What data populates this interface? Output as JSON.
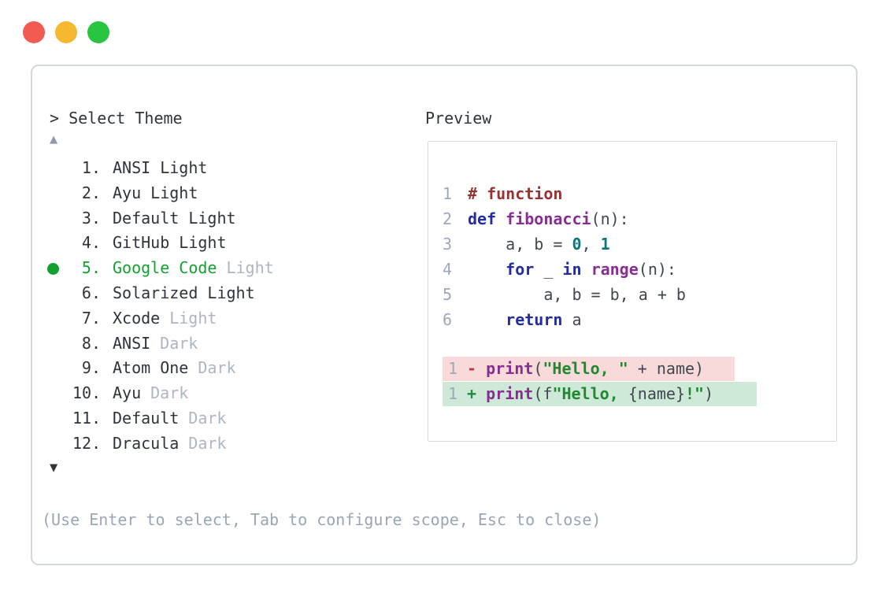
{
  "window": {
    "controls": [
      {
        "name": "close",
        "color": "#f15b52"
      },
      {
        "name": "minimize",
        "color": "#f5b82f"
      },
      {
        "name": "zoom",
        "color": "#28c540"
      }
    ]
  },
  "prompt": {
    "text": "> Select Theme"
  },
  "scroll": {
    "up_glyph": "▲",
    "down_glyph": "▼"
  },
  "themes": [
    {
      "number": "1.",
      "name": "ANSI Light",
      "muted": "",
      "selected": false
    },
    {
      "number": "2.",
      "name": "Ayu Light",
      "muted": "",
      "selected": false
    },
    {
      "number": "3.",
      "name": "Default Light",
      "muted": "",
      "selected": false
    },
    {
      "number": "4.",
      "name": "GitHub Light",
      "muted": "",
      "selected": false
    },
    {
      "number": "5.",
      "name": "Google Code",
      "muted": "Light",
      "selected": true
    },
    {
      "number": "6.",
      "name": "Solarized Light",
      "muted": "",
      "selected": false
    },
    {
      "number": "7.",
      "name": "Xcode",
      "muted": "Light",
      "selected": false
    },
    {
      "number": "8.",
      "name": "ANSI",
      "muted": "Dark",
      "selected": false
    },
    {
      "number": "9.",
      "name": "Atom One",
      "muted": "Dark",
      "selected": false
    },
    {
      "number": "10.",
      "name": "Ayu",
      "muted": "Dark",
      "selected": false
    },
    {
      "number": "11.",
      "name": "Default",
      "muted": "Dark",
      "selected": false
    },
    {
      "number": "12.",
      "name": "Dracula",
      "muted": "Dark",
      "selected": false
    }
  ],
  "preview": {
    "title": "Preview",
    "code_lines": [
      {
        "number": "1",
        "tokens": [
          {
            "t": "# function",
            "c": "com"
          }
        ]
      },
      {
        "number": "2",
        "tokens": [
          {
            "t": "def",
            "c": "kw"
          },
          {
            "t": " ",
            "c": "pl"
          },
          {
            "t": "fibonacci",
            "c": "typ"
          },
          {
            "t": "(n):",
            "c": "pl"
          }
        ]
      },
      {
        "number": "3",
        "tokens": [
          {
            "t": "    a, b = ",
            "c": "pl"
          },
          {
            "t": "0",
            "c": "lit"
          },
          {
            "t": ", ",
            "c": "pl"
          },
          {
            "t": "1",
            "c": "lit"
          }
        ]
      },
      {
        "number": "4",
        "tokens": [
          {
            "t": "    ",
            "c": "pl"
          },
          {
            "t": "for",
            "c": "kw"
          },
          {
            "t": " _ ",
            "c": "pl"
          },
          {
            "t": "in",
            "c": "kw"
          },
          {
            "t": " ",
            "c": "pl"
          },
          {
            "t": "range",
            "c": "typ"
          },
          {
            "t": "(n):",
            "c": "pl"
          }
        ]
      },
      {
        "number": "5",
        "tokens": [
          {
            "t": "        a, b = b, a + b",
            "c": "pl"
          }
        ]
      },
      {
        "number": "6",
        "tokens": [
          {
            "t": "    ",
            "c": "pl"
          },
          {
            "t": "return",
            "c": "kw"
          },
          {
            "t": " a",
            "c": "pl"
          }
        ]
      }
    ],
    "diff_lines": [
      {
        "number": "1",
        "kind": "removed",
        "tokens": [
          {
            "t": " - ",
            "c": "minus"
          },
          {
            "t": "print",
            "c": "typ"
          },
          {
            "t": "(",
            "c": "pl"
          },
          {
            "t": "\"Hello, \"",
            "c": "str"
          },
          {
            "t": " + name)",
            "c": "pl"
          }
        ]
      },
      {
        "number": "1",
        "kind": "added",
        "tokens": [
          {
            "t": " + ",
            "c": "plus"
          },
          {
            "t": "print",
            "c": "typ"
          },
          {
            "t": "(f",
            "c": "pl"
          },
          {
            "t": "\"Hello, ",
            "c": "str"
          },
          {
            "t": "{name}",
            "c": "pl"
          },
          {
            "t": "!\"",
            "c": "str"
          },
          {
            "t": ")",
            "c": "pl"
          }
        ]
      }
    ]
  },
  "help": {
    "text": "(Use Enter to select, Tab to configure scope, Esc to close)"
  },
  "colors": {
    "selected_green": "#14a031",
    "item_dark": "#2e333c",
    "muted_suffix": "#adb5c5",
    "help_text": "#9aa5b5",
    "line_number": "#9fa8b8",
    "tokens": {
      "com": "#963432",
      "kw": "#232d9b",
      "typ": "#85308f",
      "str": "#1d8a2f",
      "lit": "#10767b",
      "pl": "#41474f",
      "minus": "#c23a3f",
      "plus": "#1f8f3a"
    },
    "diff_bg": {
      "removed": "#f9dada",
      "added": "#cfe9d8"
    }
  }
}
